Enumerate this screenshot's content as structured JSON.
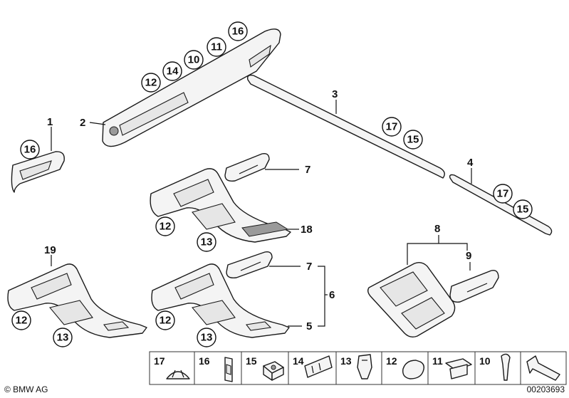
{
  "callouts": {
    "p1": "1",
    "p2": "2",
    "p3": "3",
    "p4": "4",
    "p5": "5",
    "p6": "6",
    "p7a": "7",
    "p7b": "7",
    "p8": "8",
    "p9": "9",
    "p18": "18",
    "p19": "19"
  },
  "circles": {
    "c16a": "16",
    "c16b": "16",
    "c11": "11",
    "c10": "10",
    "c14": "14",
    "c12a": "12",
    "c17a": "17",
    "c15a": "15",
    "c17b": "17",
    "c15b": "15",
    "c12b": "12",
    "c13b": "13",
    "c12c": "12",
    "c13c": "13",
    "c12d": "12",
    "c13d": "13"
  },
  "legend": [
    "17",
    "16",
    "15",
    "14",
    "13",
    "12",
    "11",
    "10"
  ],
  "footer": {
    "copyright": "© BMW AG",
    "diagram_number": "00203693"
  }
}
